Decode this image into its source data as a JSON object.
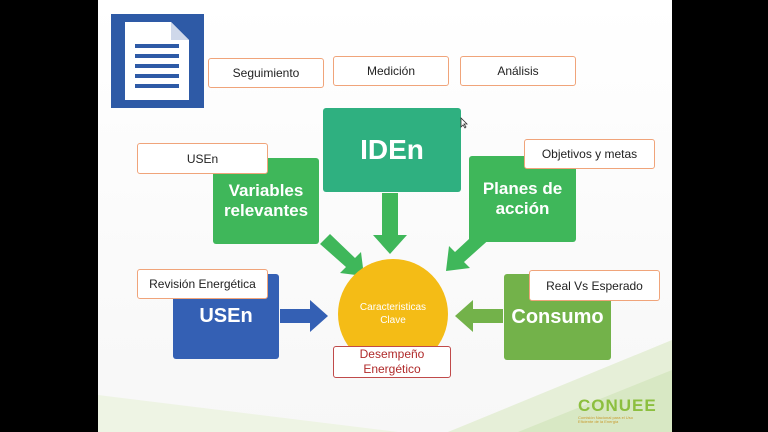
{
  "slide": {
    "tags": {
      "seguimiento": "Seguimiento",
      "medicion": "Medición",
      "analisis": "Análisis",
      "usen_tag": "USEn",
      "objetivos": "Objetivos y metas",
      "revision": "Revisión Energética",
      "real_vs": "Real Vs Esperado"
    },
    "boxes": {
      "iden": "IDEn",
      "variables": "Variables relevantes",
      "planes": "Planes de acción",
      "usen": "USEn",
      "consumo": "Consumo"
    },
    "center": {
      "label": "Caracteristicas Clave",
      "performance": "Desempeño Energético"
    },
    "logo": {
      "name": "CONUEE",
      "subtitle": "Comisión Nacional para el Uso Eficiente de la Energía"
    }
  },
  "colors": {
    "green": "#3fb75a",
    "teal": "#2fb080",
    "blue": "#3460b4",
    "olive": "#73b24a",
    "yellow": "#f4bc16",
    "tag_border": "#f0a47a",
    "document_icon": "#2e5aa6"
  }
}
